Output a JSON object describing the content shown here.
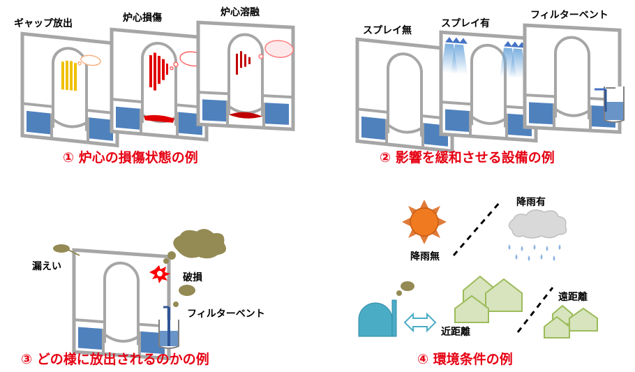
{
  "panels": {
    "core_damage": {
      "caption": "① 炉心の損傷状態の例",
      "labels": [
        "ギャップ放出",
        "炉心損傷",
        "炉心溶融"
      ]
    },
    "mitigation": {
      "caption": "② 影響を緩和させる設備の例",
      "labels": [
        "スプレイ無",
        "スプレイ有",
        "フィルターベント"
      ]
    },
    "release": {
      "caption": "③ どの様に放出されるのかの例",
      "labels": [
        "漏えい",
        "破損",
        "フィルターベント"
      ]
    },
    "environment": {
      "caption": "④ 環境条件の例",
      "labels": [
        "降雨無",
        "降雨有",
        "近距離",
        "遠距離"
      ]
    }
  },
  "colors": {
    "caption": "#e60012",
    "frame": "#a6a6a6",
    "water": "#4f81bd",
    "fuel_yellow": "#f0c000",
    "fuel_red": "#e00000",
    "smoke": "#948a54",
    "cloud": "#bfbfbf",
    "sun": "#f07a20",
    "house": "#9bbb59",
    "plant": "#4bacc6"
  }
}
